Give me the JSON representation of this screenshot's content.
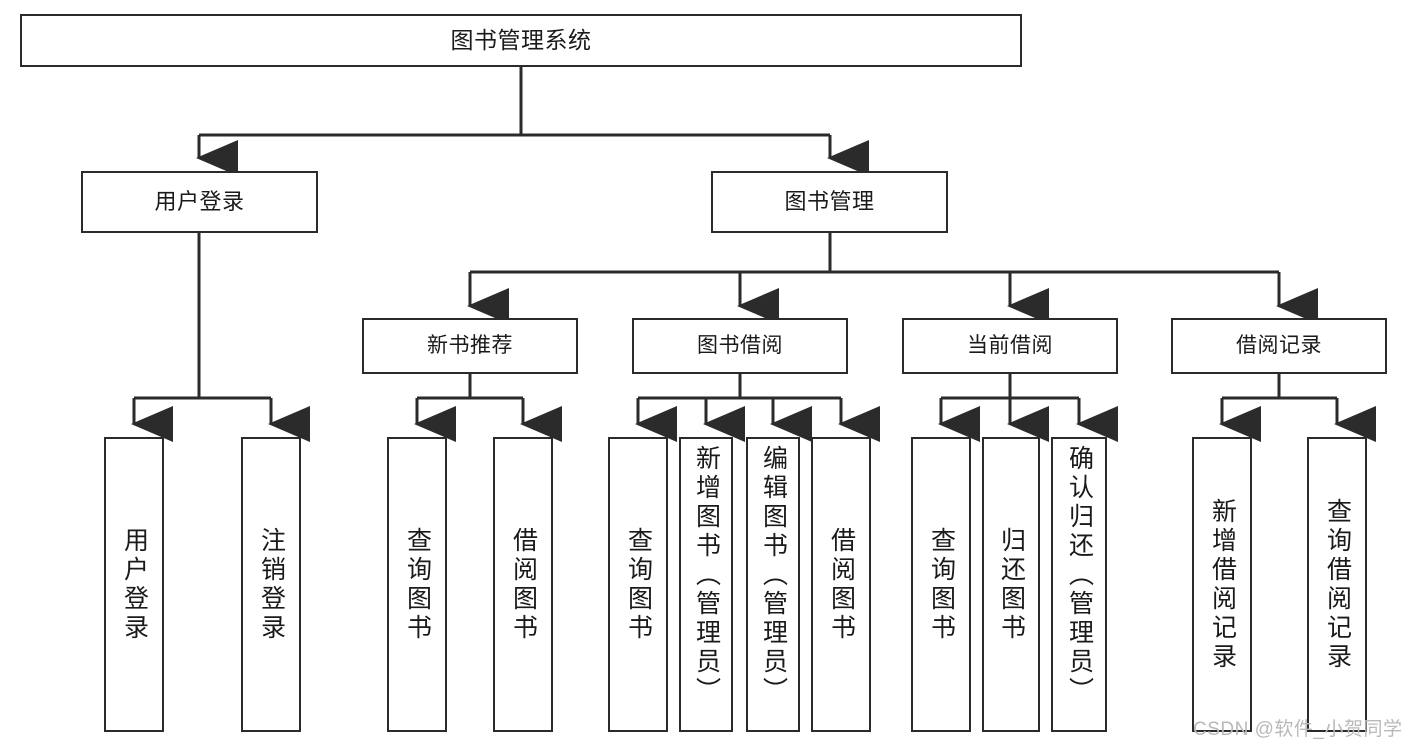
{
  "diagram": {
    "type": "hierarchy-tree",
    "title": "图书管理系统",
    "root": {
      "label": "图书管理系统"
    },
    "level1": [
      {
        "label": "用户登录"
      },
      {
        "label": "图书管理"
      }
    ],
    "level2": [
      {
        "label": "新书推荐"
      },
      {
        "label": "图书借阅"
      },
      {
        "label": "当前借阅"
      },
      {
        "label": "借阅记录"
      }
    ],
    "leaves": {
      "user_login": [
        {
          "label": "用户登录"
        },
        {
          "label": "注销登录"
        }
      ],
      "new_book": [
        {
          "label": "查询图书"
        },
        {
          "label": "借阅图书"
        }
      ],
      "book_borrow": [
        {
          "label": "查询图书"
        },
        {
          "label": "新增图书（管理员）"
        },
        {
          "label": "编辑图书（管理员）"
        },
        {
          "label": "借阅图书"
        }
      ],
      "current_borrow": [
        {
          "label": "查询图书"
        },
        {
          "label": "归还图书"
        },
        {
          "label": "确认归还（管理员）"
        }
      ],
      "borrow_record": [
        {
          "label": "新增借阅记录"
        },
        {
          "label": "查询借阅记录"
        }
      ]
    }
  },
  "watermark": {
    "text": "CSDN @软件_小贺同学"
  },
  "colors": {
    "stroke": "#2b2b2b",
    "fill": "#ffffff",
    "text": "#1a1a1a",
    "watermark": "#b9b9b9"
  }
}
